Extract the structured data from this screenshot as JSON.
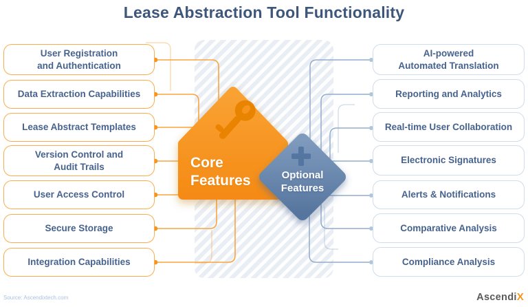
{
  "title": "Lease Abstraction Tool Functionality",
  "core": {
    "label": "Core\nFeatures",
    "icon": "key-icon",
    "items": [
      {
        "label": "User Registration\nand Authentication"
      },
      {
        "label": "Data Extraction Capabilities"
      },
      {
        "label": "Lease Abstract Templates"
      },
      {
        "label": "Version Control and\nAudit Trails"
      },
      {
        "label": "User Access Control"
      },
      {
        "label": "Secure Storage"
      },
      {
        "label": "Integration Capabilities"
      }
    ]
  },
  "optional": {
    "label": "Optional\nFeatures",
    "icon": "plus-icon",
    "items": [
      {
        "label": "AI-powered\nAutomated Translation"
      },
      {
        "label": "Reporting and Analytics"
      },
      {
        "label": "Real-time User Collaboration"
      },
      {
        "label": "Electronic Signatures"
      },
      {
        "label": "Alerts & Notifications"
      },
      {
        "label": "Comparative Analysis"
      },
      {
        "label": "Compliance Analysis"
      }
    ]
  },
  "footer": {
    "source": "Source: Ascendixtech.com",
    "brand_main": "Ascendi",
    "brand_x": "X"
  },
  "colors": {
    "title_text": "#3E5679",
    "box_text": "#46628D",
    "core_border": "#FBAC4E",
    "core_fill_top": "#F9A233",
    "core_fill_bottom": "#F58B15",
    "core_wire": "#F9A440",
    "optional_border": "#CFDCEA",
    "optional_fill_top": "#7E9ABD",
    "optional_fill_bottom": "#56759E",
    "optional_wire": "#93ACCB",
    "source_text": "#A9C2E4",
    "brand_x": "#F6921E"
  }
}
